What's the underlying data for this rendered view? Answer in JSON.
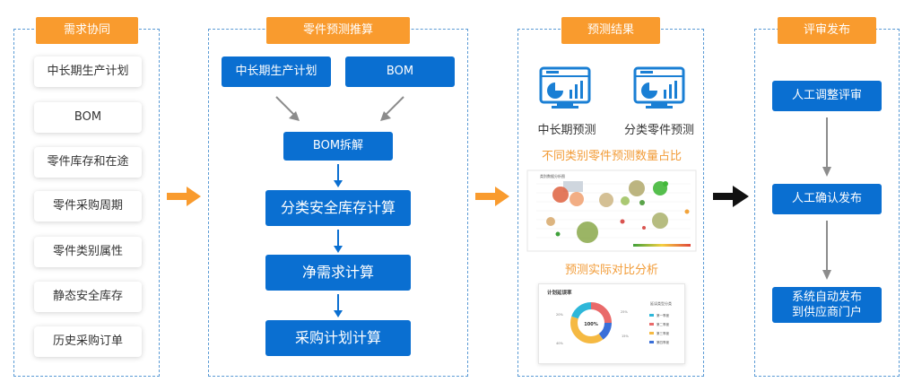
{
  "col1": {
    "tag": "需求协同",
    "items": [
      "中长期生产计划",
      "BOM",
      "零件库存和在途",
      "零件采购周期",
      "零件类别属性",
      "静态安全库存",
      "历史采购订单"
    ]
  },
  "col2": {
    "tag": "零件预测推算",
    "input_left": "中长期生产计划",
    "input_right": "BOM",
    "bom_split": "BOM拆解",
    "steps": [
      "分类安全库存计算",
      "净需求计算",
      "采购计划计算"
    ]
  },
  "col3": {
    "tag": "预测结果",
    "icon_left_label": "中长期预测",
    "icon_right_label": "分类零件预测",
    "caption_bubble": "不同类别零件预测数量占比",
    "caption_donut": "预测实际对比分析",
    "bubble_title": "类别数据分析图",
    "donut_title": "计划延误率",
    "donut_center": "100%",
    "donut_pcts": [
      "20%",
      "25%",
      "40%",
      "15%"
    ],
    "donut_legend_title": "延误类型分类",
    "donut_legend": [
      "第一季度",
      "第二季度",
      "第三季度",
      "第四季度"
    ],
    "donut_colors": [
      "#2eb7d9",
      "#e96a6a",
      "#f5b942",
      "#3a6fd8"
    ]
  },
  "col4": {
    "tag": "评审发布",
    "step1": "人工调整评审",
    "step2": "人工确认发布",
    "step3_line1": "系统自动发布",
    "step3_line2": "到供应商门户"
  },
  "colors": {
    "accent": "#f99b2e",
    "primary": "#0a6fd1",
    "dashed": "#5b9bd5"
  }
}
